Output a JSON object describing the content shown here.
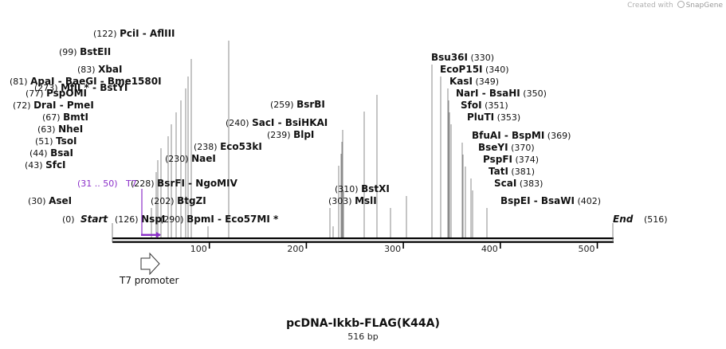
{
  "credit": {
    "prefix": "Created with",
    "brand": "SnapGene"
  },
  "plasmid": {
    "name": "pcDNA-Ikkb-FLAG(K44A)",
    "length_label": "516 bp",
    "length": 516
  },
  "start_label": {
    "pos": "(0)",
    "name": "Start"
  },
  "end_label": {
    "name": "End",
    "pos": "(516)"
  },
  "ticks": [
    "100",
    "200",
    "300",
    "400",
    "500"
  ],
  "primer": {
    "pos": "(31 .. 50)",
    "name": "T7",
    "color": "#8b2fc9"
  },
  "feature": {
    "name": "T7 promoter"
  },
  "enzymes": [
    {
      "pos": "(30)",
      "names": [
        "AseI"
      ]
    },
    {
      "pos": "(43)",
      "names": [
        "SfcI"
      ]
    },
    {
      "pos": "(44)",
      "names": [
        "BsaI"
      ]
    },
    {
      "pos": "(51)",
      "names": [
        "TsoI"
      ]
    },
    {
      "pos": "(63)",
      "names": [
        "NheI"
      ]
    },
    {
      "pos": "(67)",
      "names": [
        "BmtI"
      ]
    },
    {
      "pos": "(72)",
      "names": [
        "DraI",
        "PmeI"
      ]
    },
    {
      "pos": "(77)",
      "names": [
        "PspOMI"
      ]
    },
    {
      "pos": "(81)",
      "names": [
        "ApaI",
        "BaeGI",
        "Bme1580I"
      ]
    },
    {
      "pos": "(83)",
      "names": [
        "XbaI"
      ]
    },
    {
      "pos": "(99)",
      "names": [
        "BstEII"
      ]
    },
    {
      "pos": "(122)",
      "names": [
        "PciI",
        "AflIII"
      ]
    },
    {
      "pos": "(126)",
      "names": [
        "NspI"
      ]
    },
    {
      "pos": "(228)",
      "names": [
        "BsrFI",
        "NgoMIV"
      ]
    },
    {
      "pos": "(202)",
      "names": [
        "BtgZI"
      ]
    },
    {
      "pos": "(290)",
      "names": [
        "BpmI",
        "Eco57MI *"
      ]
    },
    {
      "pos": "(230)",
      "names": [
        "NaeI"
      ]
    },
    {
      "pos": "(238)",
      "names": [
        "Eco53kI"
      ]
    },
    {
      "pos": "(239)",
      "names": [
        "BlpI"
      ]
    },
    {
      "pos": "(240)",
      "names": [
        "SacI",
        "BsiHKAI"
      ]
    },
    {
      "pos": "(259)",
      "names": [
        "BsrBI"
      ]
    },
    {
      "pos": "(273)",
      "names": [
        "MflI *",
        "BstYI"
      ]
    },
    {
      "pos": "(303)",
      "names": [
        "MslI"
      ]
    },
    {
      "pos": "(310)",
      "names": [
        "BstXI"
      ]
    },
    {
      "pos": "(330)",
      "names": [
        "Bsu36I"
      ]
    },
    {
      "pos": "(340)",
      "names": [
        "EcoP15I"
      ]
    },
    {
      "pos": "(349)",
      "names": [
        "KasI"
      ]
    },
    {
      "pos": "(350)",
      "names": [
        "NarI",
        "BsaHI"
      ]
    },
    {
      "pos": "(351)",
      "names": [
        "SfoI"
      ]
    },
    {
      "pos": "(353)",
      "names": [
        "PluTI"
      ]
    },
    {
      "pos": "(369)",
      "names": [
        "BfuAI",
        "BspMI"
      ]
    },
    {
      "pos": "(370)",
      "names": [
        "BseYI"
      ]
    },
    {
      "pos": "(374)",
      "names": [
        "PspFI"
      ]
    },
    {
      "pos": "(381)",
      "names": [
        "TatI"
      ]
    },
    {
      "pos": "(383)",
      "names": [
        "ScaI"
      ]
    },
    {
      "pos": "(402)",
      "names": [
        "BspEI",
        "BsaWI"
      ]
    }
  ]
}
